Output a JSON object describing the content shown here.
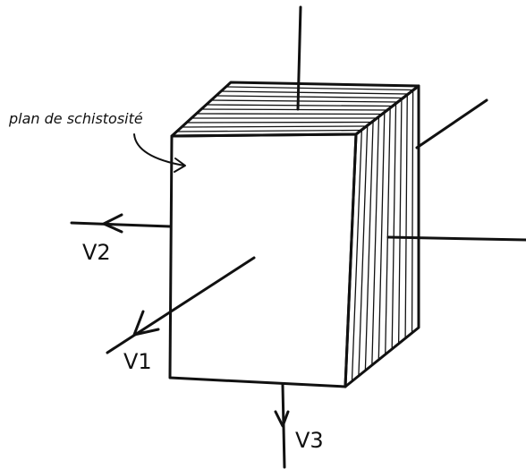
{
  "figure": {
    "labels": {
      "plane": "plan de schistosité",
      "v1": "V1",
      "v2": "V2",
      "v3": "V3"
    },
    "colors": {
      "ink": "#111111",
      "paper": "#ffffff"
    }
  }
}
